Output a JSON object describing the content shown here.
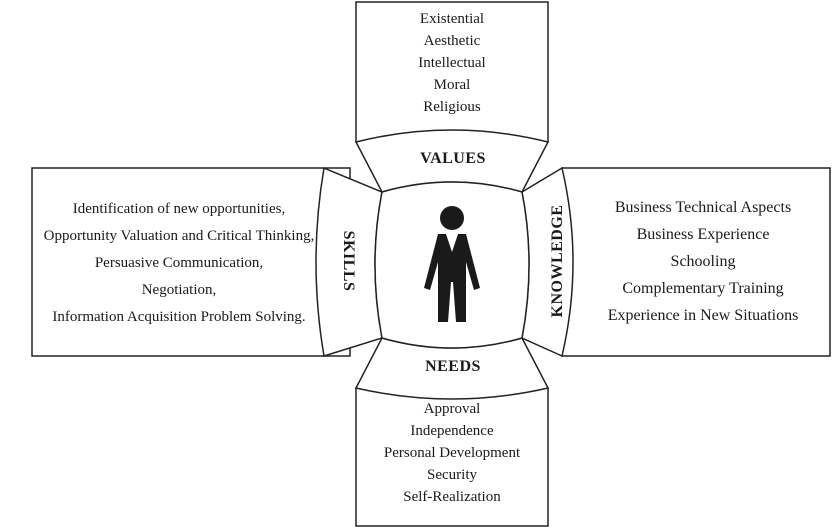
{
  "values": {
    "label": "VALUES",
    "items": [
      "Existential",
      "Aesthetic",
      "Intellectual",
      "Moral",
      "Religious"
    ]
  },
  "skills": {
    "label": "SKILLS",
    "items": [
      "Identification of new opportunities,",
      "Opportunity Valuation and Critical Thinking,",
      "Persuasive Communication,",
      "Negotiation,",
      "Information Acquisition Problem Solving."
    ]
  },
  "knowledge": {
    "label": "KNOWLEDGE",
    "items": [
      "Business Technical Aspects",
      "Business Experience",
      "Schooling",
      "Complementary Training",
      "Experience in New Situations"
    ]
  },
  "needs": {
    "label": "NEEDS",
    "items": [
      "Approval",
      "Independence",
      "Personal Development",
      "Security",
      "Self-Realization"
    ]
  },
  "center": {
    "icon": "person-icon"
  },
  "colors": {
    "stroke": "#222222",
    "fill": "#ffffff",
    "figure": "#1a1a1a"
  }
}
